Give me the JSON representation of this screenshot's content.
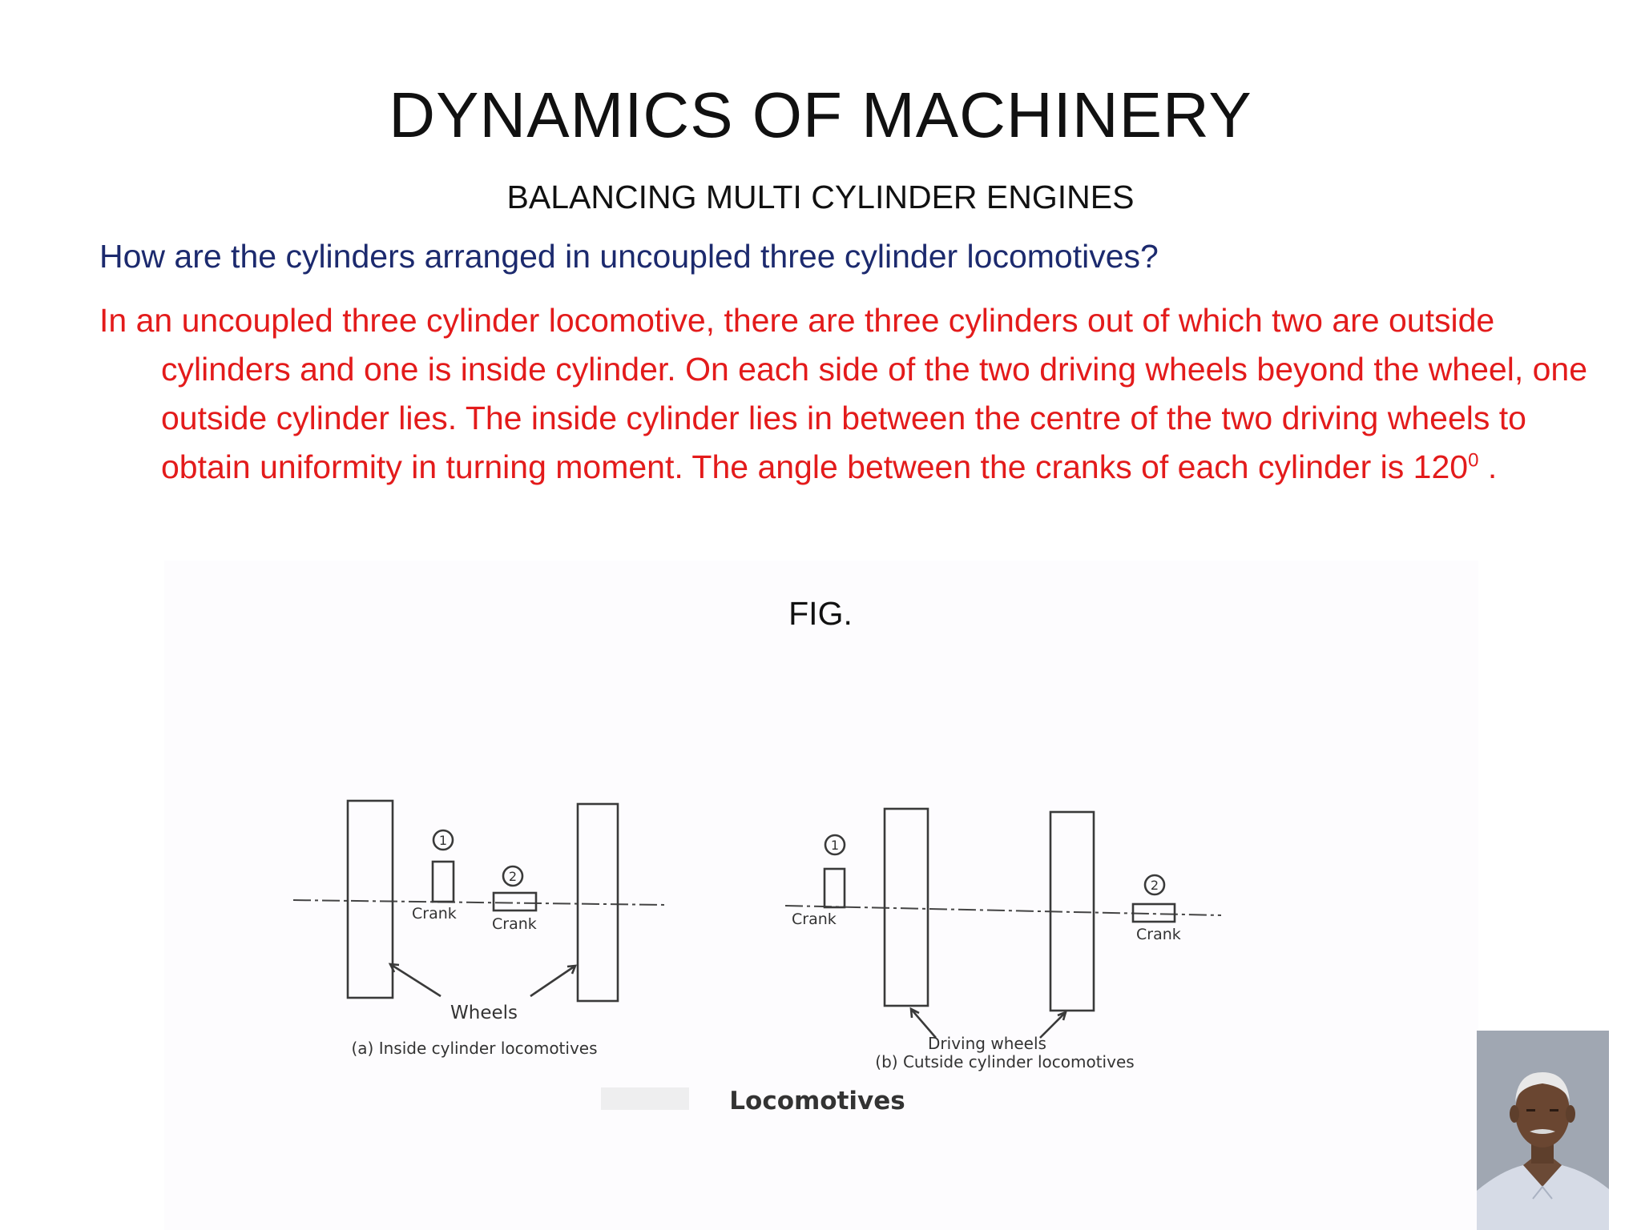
{
  "slide": {
    "title": "DYNAMICS OF MACHINERY",
    "subtitle": "BALANCING MULTI CYLINDER ENGINES",
    "question": "How are the cylinders arranged in uncoupled three cylinder locomotives?",
    "answer_text": "In an uncoupled three cylinder locomotive, there are three cylinders out of which two are outside cylinders and one is inside cylinder. On each side of the two driving wheels beyond the wheel, one outside cylinder lies. The inside cylinder lies in between the centre of the two driving wheels to obtain uniformity in turning moment. The angle between the cranks of each cylinder is 120",
    "answer_superscript": "0",
    "answer_end": " .",
    "figure_label": "FIG."
  },
  "diagram": {
    "left": {
      "crank_1_number": "1",
      "crank_2_number": "2",
      "crank_1_label": "Crank",
      "crank_2_label": "Crank",
      "wheels_label": "Wheels",
      "caption": "(a) Inside cylinder locomotives"
    },
    "right": {
      "crank_1_number": "1",
      "crank_2_number": "2",
      "crank_1_label": "Crank",
      "crank_2_label": "Crank",
      "wheels_label": "Driving wheels",
      "caption": "(b) Cutside cylinder locomotives"
    },
    "main_caption": "Locomotives"
  },
  "colors": {
    "question": "#1c2a6e",
    "answer": "#e31b1b",
    "title": "#111111"
  }
}
